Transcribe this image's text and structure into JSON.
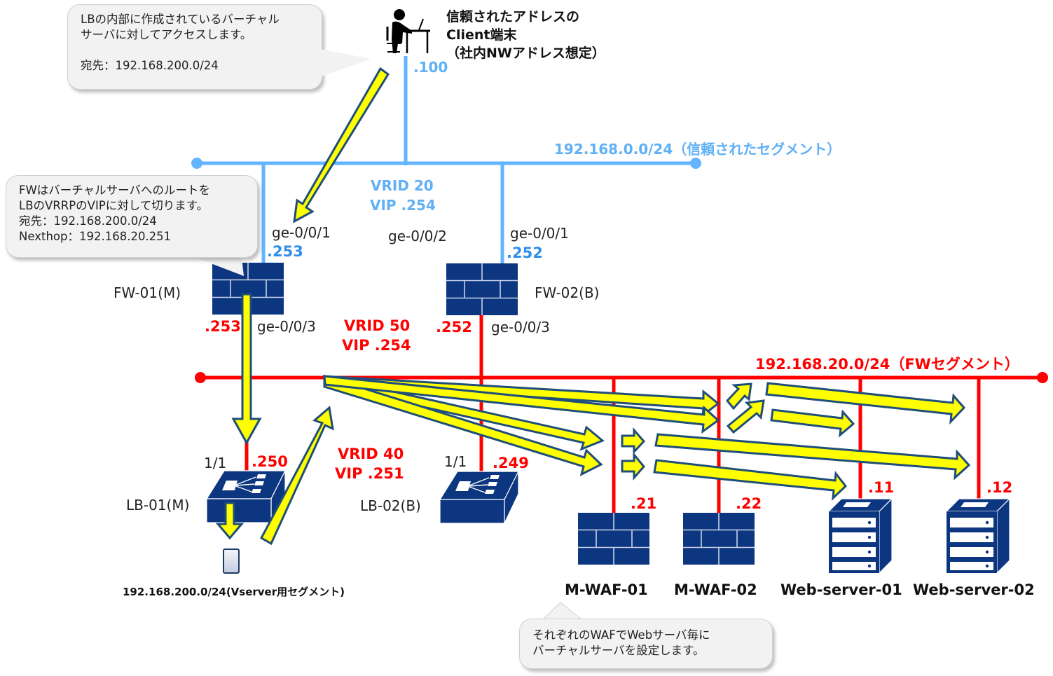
{
  "colors": {
    "trusted_segment": "#64b4ff",
    "fw_segment": "#ff0000",
    "device": "#0c3680",
    "arrow_fill": "#ffff00",
    "arrow_border": "#1f4e79",
    "callout_bg": "#f2f2f2"
  },
  "client": {
    "icon": "person-at-desk-icon",
    "title_lines": [
      "信頼されたアドレスの",
      "Client端末",
      "（社内NWアドレス想定）"
    ],
    "ip": ".100"
  },
  "callouts": {
    "client": {
      "lines": [
        "LBの内部に作成されているバーチャル",
        "サーバに対してアクセスします。",
        "",
        "宛先：192.168.200.0/24"
      ]
    },
    "fw": {
      "lines": [
        "FWはバーチャルサーバへのルートを",
        "LBのVRRPのVIPに対して切ります。",
        "宛先：192.168.200.0/24",
        "Nexthop：192.168.20.251"
      ]
    },
    "waf": {
      "lines": [
        "それぞれのWAFでWebサーバ毎に",
        "バーチャルサーバを設定します。"
      ]
    }
  },
  "segments": {
    "trusted": {
      "label": "192.168.0.0/24（信頼されたセグメント）",
      "vrid": "VRID 20",
      "vip": "VIP .254"
    },
    "fw": {
      "label": "192.168.20.0/24（FWセグメント）",
      "vrid": "VRID 50",
      "vip": "VIP .254"
    },
    "lb": {
      "vrid": "VRID 40",
      "vip": "VIP .251"
    },
    "vserver": {
      "label": "192.168.200.0/24(Vserver用セグメント)"
    }
  },
  "devices": {
    "fw01": {
      "name": "FW-01(M)",
      "icon": "firewall-icon",
      "upper_if": "ge-0/0/1",
      "upper_ip": ".253",
      "lower_if": "ge-0/0/3",
      "lower_ip": ".253"
    },
    "fw02": {
      "name": "FW-02(B)",
      "icon": "firewall-icon",
      "upper_if": "ge-0/0/1",
      "upper_ip": ".252",
      "lower_if": "ge-0/0/3",
      "lower_ip": ".252"
    },
    "sync_if": "ge-0/0/2",
    "lb01": {
      "name": "LB-01(M)",
      "icon": "load-balancer-icon",
      "port": "1/1",
      "ip": ".250"
    },
    "lb02": {
      "name": "LB-02(B)",
      "icon": "load-balancer-icon",
      "port": "1/1",
      "ip": ".249"
    },
    "waf01": {
      "name": "M-WAF-01",
      "icon": "firewall-icon",
      "ip": ".21"
    },
    "waf02": {
      "name": "M-WAF-02",
      "icon": "firewall-icon",
      "ip": ".22"
    },
    "web01": {
      "name": "Web-server-01",
      "icon": "server-icon",
      "ip": ".11"
    },
    "web02": {
      "name": "Web-server-02",
      "icon": "server-icon",
      "ip": ".12"
    },
    "vserver": {
      "icon": "virtual-server-icon"
    }
  }
}
